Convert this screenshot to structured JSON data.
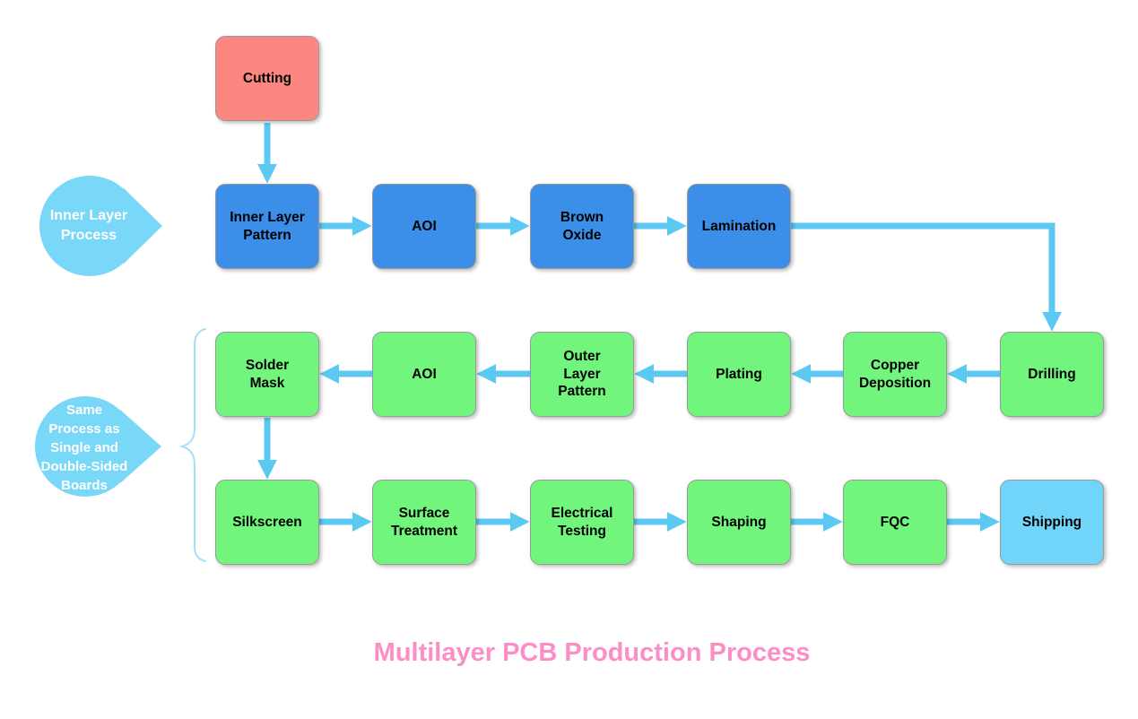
{
  "title": "Multilayer PCB Production Process",
  "annotations": {
    "inner_layer_process": "Inner Layer\nProcess",
    "same_process": "Same\nProcess as\nSingle and\nDouble-Sided\nBoards"
  },
  "nodes": {
    "cutting": "Cutting",
    "inner_layer_pattern": "Inner Layer\nPattern",
    "aoi_inner": "AOI",
    "brown_oxide": "Brown\nOxide",
    "lamination": "Lamination",
    "drilling": "Drilling",
    "copper_deposition": "Copper\nDeposition",
    "plating": "Plating",
    "outer_layer_pattern": "Outer\nLayer\nPattern",
    "aoi_outer": "AOI",
    "solder_mask": "Solder\nMask",
    "silkscreen": "Silkscreen",
    "surface_treatment": "Surface\nTreatment",
    "electrical_testing": "Electrical\nTesting",
    "shaping": "Shaping",
    "fqc": "FQC",
    "shipping": "Shipping"
  },
  "colors": {
    "cutting_fill": "#FB8780",
    "inner_fill": "#3B8FE8",
    "process_fill": "#71F57D",
    "shipping_fill": "#70D5F8",
    "arrow": "#5CC9F3",
    "annotation_fill": "#79D7F8",
    "brace": "#A3E1F9",
    "title_pink": "#FB8EC6"
  }
}
